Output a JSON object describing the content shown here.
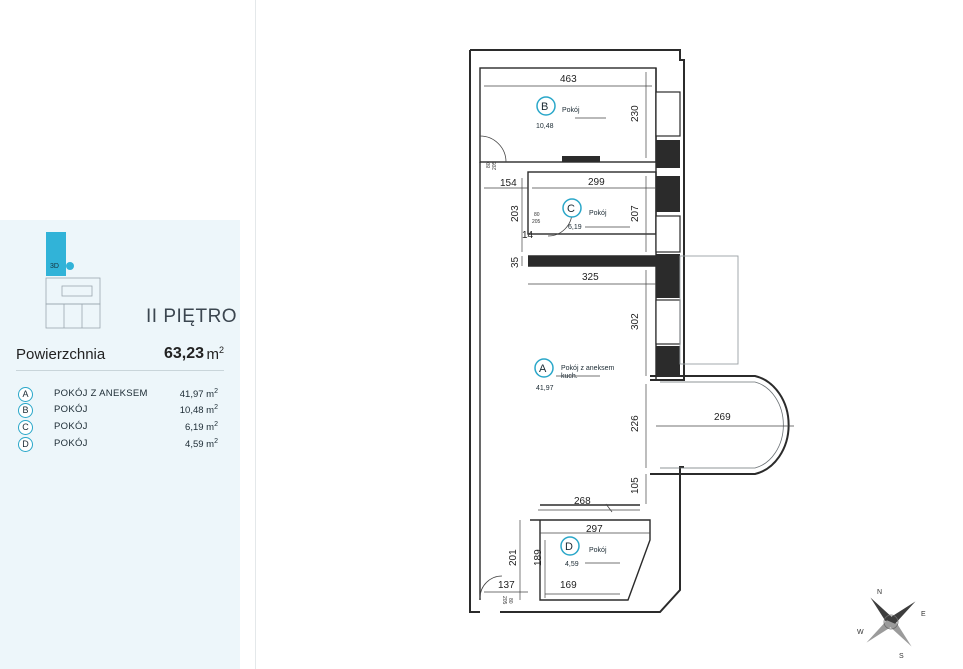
{
  "floor": {
    "label": "II PIĘTRO"
  },
  "mini_plan": {
    "badge": "3D",
    "accent": "#31b3d8"
  },
  "summary": {
    "label": "Powierzchnia",
    "value": "63,23",
    "unit": "m",
    "unit_exp": "2"
  },
  "rooms": [
    {
      "letter": "A",
      "name": "POKÓJ Z ANEKSEM",
      "area": "41,97 m",
      "exp": "2"
    },
    {
      "letter": "B",
      "name": "POKÓJ",
      "area": "10,48 m",
      "exp": "2"
    },
    {
      "letter": "C",
      "name": "POKÓJ",
      "area": "6,19 m",
      "exp": "2"
    },
    {
      "letter": "D",
      "name": "POKÓJ",
      "area": "4,59 m",
      "exp": "2"
    }
  ],
  "plan": {
    "rooms": [
      {
        "letter": "A",
        "name": "Pokój z aneksem",
        "name2": "kuch.",
        "area": "41,97"
      },
      {
        "letter": "B",
        "name": "Pokój",
        "area": "10,48"
      },
      {
        "letter": "C",
        "name": "Pokój",
        "area": "6,19"
      },
      {
        "letter": "D",
        "name": "Pokój",
        "area": "4,59"
      }
    ],
    "dimensions": {
      "d463": "463",
      "d230": "230",
      "d154": "154",
      "d299": "299",
      "d203": "203",
      "d207": "207",
      "d14": "14",
      "d35": "35",
      "d325": "325",
      "d302": "302",
      "d226": "226",
      "d269": "269",
      "d105": "105",
      "d268": "268",
      "d297": "297",
      "d201": "201",
      "d189": "189",
      "d137": "137",
      "d169": "169"
    },
    "door_labels": {
      "top_a": "80",
      "top_b": "205",
      "mid_a": "80",
      "mid_b": "205",
      "bot_a": "80",
      "bot_b": "205"
    }
  },
  "compass": {
    "n": "N",
    "s": "S",
    "e": "E",
    "w": "W"
  },
  "colors": {
    "accent": "#2aa7c9",
    "wall": "#2b2b2b",
    "panel": "#edf6fa"
  }
}
